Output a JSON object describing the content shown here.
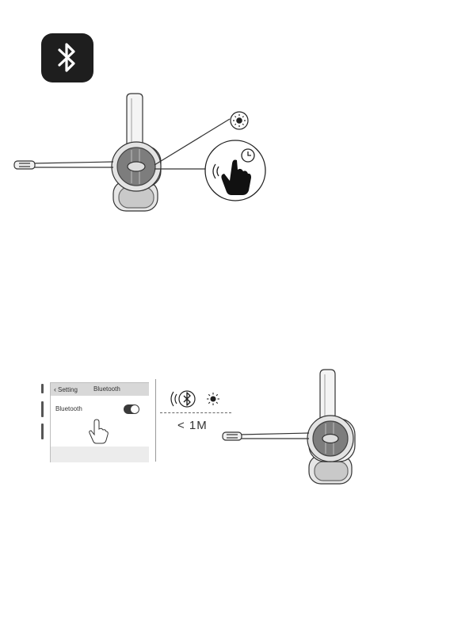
{
  "icons": {
    "bluetooth_app": "bluetooth-icon",
    "led": "led-flash-icon",
    "press_hold": "press-hold-icon",
    "clock": "clock-icon",
    "tap_hand": "hand-tap-icon",
    "signal": "signal-waves-icon"
  },
  "phone": {
    "back_label": "Setting",
    "title": "Bluetooth",
    "row_label": "Bluetooth",
    "toggle_state": "on"
  },
  "distance": "< 1M",
  "colors": {
    "icon_bg": "#1e1e1e",
    "line": "#333333"
  }
}
